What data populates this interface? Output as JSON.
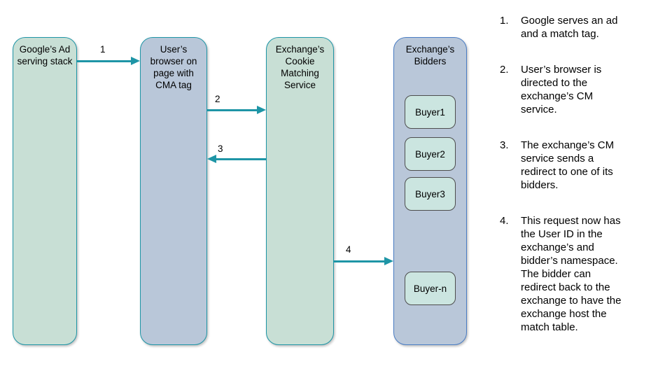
{
  "colors": {
    "teal": "#1E95A6",
    "green-fill": "#C8DFD5",
    "blue-fill": "#B9C7D9",
    "blue-border": "#4A7DC4",
    "buyer-fill": "#CBE5E0",
    "buyer-border": "#4D4D4D",
    "text": "#000000"
  },
  "diagram": {
    "nodes": [
      {
        "title": "Google’s Ad serving stack"
      },
      {
        "title": "User’s browser on page with CMA tag"
      },
      {
        "title": "Exchange’s Cookie Matching Service"
      },
      {
        "title": "Exchange’s Bidders"
      }
    ],
    "buyers": [
      "Buyer1",
      "Buyer2",
      "Buyer3",
      "Buyer-n"
    ],
    "arrows": [
      {
        "label": "1",
        "from": "Google’s Ad serving stack",
        "to": "User’s browser on page with CMA tag",
        "direction": "right"
      },
      {
        "label": "2",
        "from": "User’s browser on page with CMA tag",
        "to": "Exchange’s Cookie Matching Service",
        "direction": "right"
      },
      {
        "label": "3",
        "from": "Exchange’s Cookie Matching Service",
        "to": "User’s browser on page with CMA tag",
        "direction": "left"
      },
      {
        "label": "4",
        "from": "Exchange’s Cookie Matching Service",
        "to": "Exchange’s Bidders",
        "direction": "right"
      }
    ]
  },
  "steps": [
    {
      "number": "1.",
      "text": "Google serves an ad and a match tag."
    },
    {
      "number": "2.",
      "text": "User’s browser is directed to the exchange’s CM service."
    },
    {
      "number": "3.",
      "text": "The exchange’s CM service sends a redirect to one of its bidders."
    },
    {
      "number": "4.",
      "text": "This request now has the User ID in the exchange’s and bidder’s namespace. The bidder can redirect back to the exchange to have the exchange host the match table."
    }
  ]
}
